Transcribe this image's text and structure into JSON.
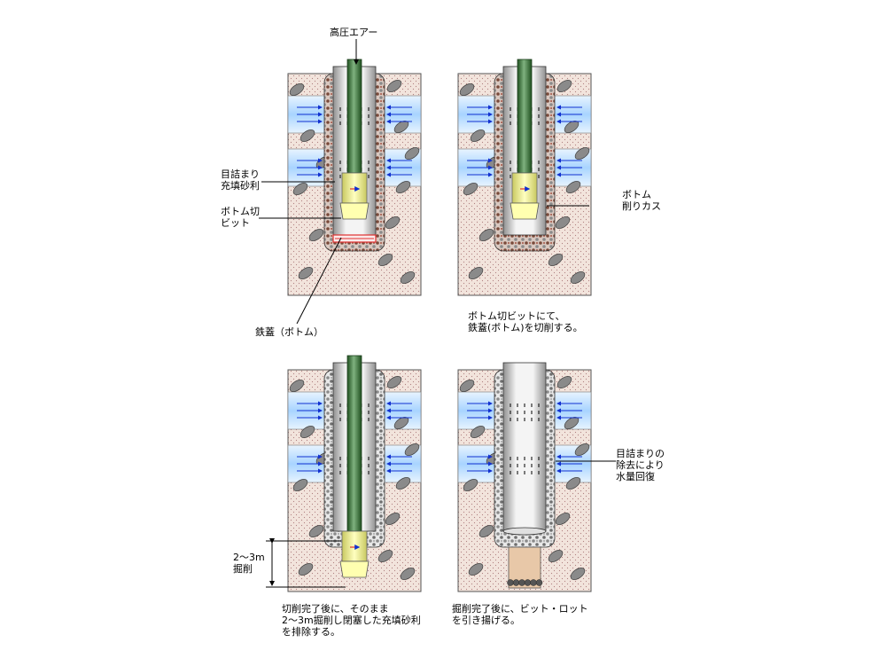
{
  "labels": {
    "air": "高圧エアー",
    "clog_gravel_1": "目詰まり",
    "clog_gravel_2": "充填砂利",
    "bit_1": "ボトム切",
    "bit_2": "ビット",
    "lid": "鉄蓋（ボトム）",
    "dust_1": "ボトム",
    "dust_2": "削りカス",
    "depth_1": "2〜3m",
    "depth_2": "掘削",
    "recover_1": "目詰まりの",
    "recover_2": "除去により",
    "recover_3": "水量回復"
  },
  "captions": {
    "p2_line1": "ボトム切ビットにて、",
    "p2_line2": "鉄蓋(ボトム)を切削する。",
    "p3_line1": "切削完了後に、そのまま",
    "p3_line2": "2〜3m掘削し閉塞した充填砂利",
    "p3_line3": "を排除する。",
    "p4_line1": "掘削完了後に、ビット・ロット",
    "p4_line2": "を引き揚げる。"
  },
  "colors": {
    "ground": "#f2e4dc",
    "aquifer": "#bfe0ff",
    "gravel": "#9a9a9a",
    "clog": "#a05040",
    "casing": "#d8d8d8",
    "rod": "#3f7a3f",
    "bit": "#ffff99",
    "flow": "#1030d0",
    "lid": "#e03030",
    "plug": "#e8c8a8"
  }
}
